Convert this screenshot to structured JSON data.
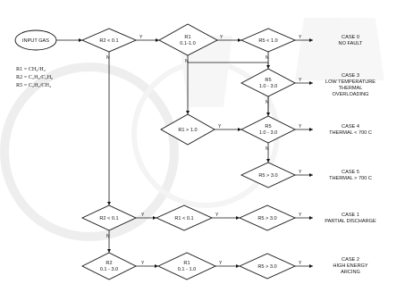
{
  "start": "INPUT GAS",
  "legend": [
    "R1 = CH₄/H₂",
    "R2 = C₂H₄/C₂H₆",
    "R5 = C₂H₂/CH₄"
  ],
  "decisions": {
    "r2_lt_01_a": [
      "R2 < 0.1"
    ],
    "r1_01_10": [
      "R1",
      "0.1-1.0"
    ],
    "r5_lt_10": [
      "R5 < 1.0"
    ],
    "r5_10_30_a": [
      "R5",
      "1.0 - 3.0"
    ],
    "r1_gt_10": [
      "R1 > 1.0"
    ],
    "r5_10_30_b": [
      "R5",
      "1.0 - 3.0"
    ],
    "r5_gt_30_a": [
      "R5 > 3.0"
    ],
    "r2_lt_01_b": [
      "R2 < 0.1"
    ],
    "r1_lt_01": [
      "R1 < 0.1"
    ],
    "r5_lt_30_a": [
      "R5 > 3.0"
    ],
    "r2_01_30": [
      "R2",
      "0.1 - 3.0"
    ],
    "r1_01_10_b": [
      "R1",
      "0.1 - 1.0"
    ],
    "r5_gt_30_b": [
      "R5 > 3.0"
    ]
  },
  "cases": {
    "case0": [
      "CASE 0",
      "NO FAULT"
    ],
    "case3": [
      "CASE 3",
      "LOW TEMPERATURE",
      "THERMAL",
      "OVERLOADING"
    ],
    "case4": [
      "CASE 4",
      "THERMAL < 700 C"
    ],
    "case5": [
      "CASE 5",
      "THERMAL > 700 C"
    ],
    "case1": [
      "CASE 1",
      "PARTIAL DISCHARGE"
    ],
    "case2": [
      "CASE 2",
      "HIGH ENERGY",
      "ARCING"
    ]
  },
  "yes": "Y",
  "no": "N",
  "colors": {
    "line": "#111111",
    "watermark": "#d9d9d9"
  }
}
